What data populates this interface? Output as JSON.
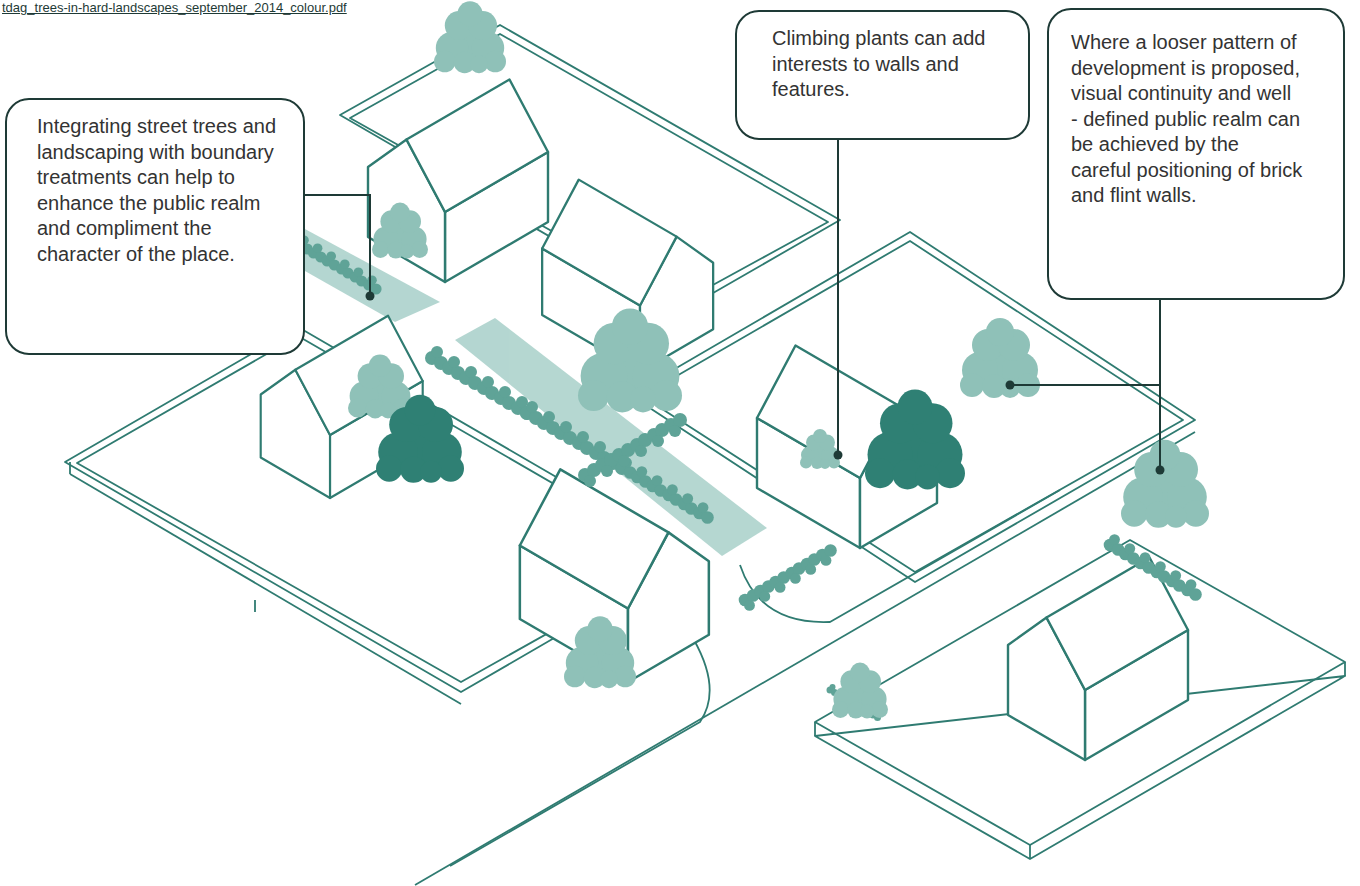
{
  "diagram": {
    "nodes": [
      {
        "text": [
          "Integrating street trees and landscaping with boundary treatments can help to enhance the public realm and compliment the character of the place."
        ]
      },
      {
        "text": [
          "Climbing plants can add interests to walls and features."
        ]
      },
      {
        "text": [
          "Where a looser pattern of development is proposed, visual continuity and well - defined public realm can be achieved by the careful positioning of brick and flint walls."
        ]
      }
    ],
    "labels": [
      "tdag_trees-in-hard-landscapes_september_2014_colour.pdf"
    ]
  }
}
